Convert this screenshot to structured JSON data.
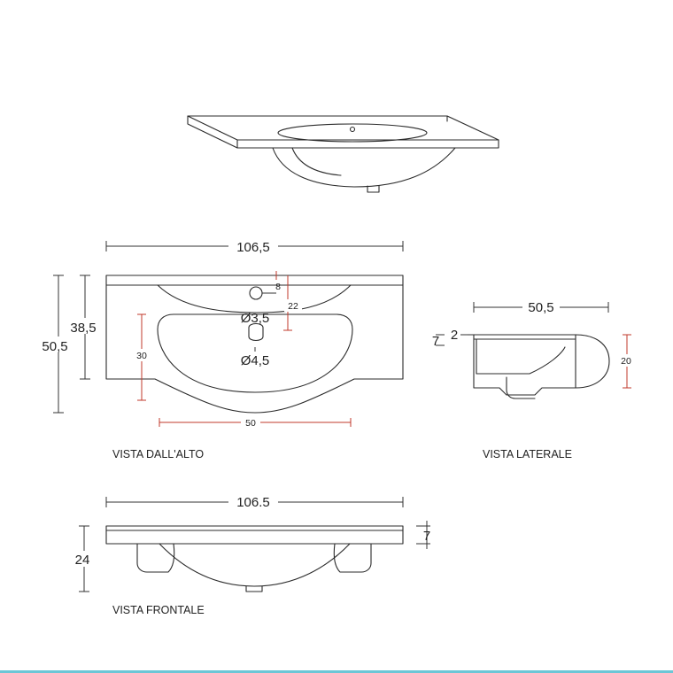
{
  "colors": {
    "outline": "#2b2b2b",
    "dimension": "#333333",
    "dimension_accent": "#c0392b",
    "bottom_bar": "#6cc6d6"
  },
  "top_view": {
    "caption": "VISTA DALL'ALTO",
    "width_label": "106,5",
    "height_outer_label": "50,5",
    "height_inner_label": "38,5",
    "basin_height_label": "30",
    "basin_width_label": "50",
    "tap_hole_offset_label": "8",
    "tap_hole_depth_label": "22",
    "tap_hole_label": "Ø3,5",
    "drain_hole_label": "Ø4,5"
  },
  "side_view": {
    "caption": "VISTA LATERALE",
    "depth_label": "50,5",
    "rim_label": "7",
    "lip_label": "2",
    "height_label": "20"
  },
  "front_view": {
    "caption": "VISTA FRONTALE",
    "width_label": "106.5",
    "rim_label": "7",
    "height_label": "24"
  }
}
